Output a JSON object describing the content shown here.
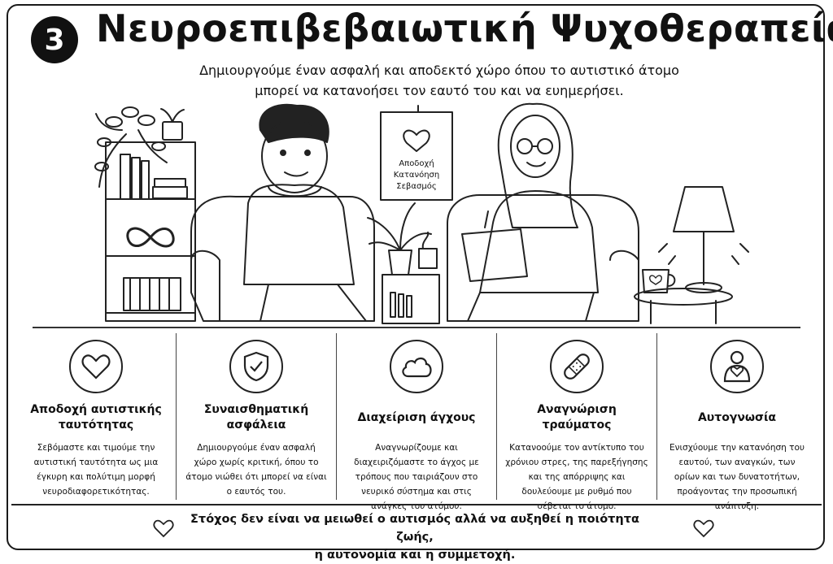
{
  "header": {
    "number": "3",
    "title": "Νευροεπιβεβαιωτική  Ψυχοθεραπεία",
    "subtitle_line1": "Δημιουργούμε έναν ασφαλή και αποδεκτό χώρο όπου το αυτιστικό άτομο",
    "subtitle_line2": "μπορεί να κατανοήσει τον εαυτό του και να ευημερήσει."
  },
  "poster": {
    "line1": "Αποδοχή",
    "line2": "Κατανόηση",
    "line3": "Σεβασμός"
  },
  "cards": [
    {
      "icon": "heart-icon",
      "title": "Αποδοχή αυτιστικής ταυτότητας",
      "text": "Σεβόμαστε και τιμούμε την αυτιστική ταυτότητα ως μια έγκυρη και πολύτιμη μορφή νευροδιαφορετικότητας."
    },
    {
      "icon": "shield-check-icon",
      "title": "Συναισθηματική ασφάλεια",
      "text": "Δημιουργούμε έναν ασφαλή χώρο χωρίς κριτική, όπου το άτομο νιώθει ότι μπορεί να είναι ο εαυτός του."
    },
    {
      "icon": "cloud-icon",
      "title": "Διαχείριση άγχους",
      "text": "Αναγνωρίζουμε και διαχειριζόμαστε το άγχος με τρόπους που ταιριάζουν στο νευρικό σύστημα και στις ανάγκες του ατόμου."
    },
    {
      "icon": "bandage-icon",
      "title": "Αναγνώριση τραύματος",
      "text": "Κατανοούμε τον αντίκτυπο του χρόνιου στρες, της παρεξήγησης και της απόρριψης και δουλεύουμε με ρυθμό που σέβεται το άτομο."
    },
    {
      "icon": "person-heart-icon",
      "title": "Αυτογνωσία",
      "text": "Ενισχύουμε την κατανόηση του εαυτού, των αναγκών, των ορίων και των δυνατοτήτων, προάγοντας την προσωπική ανάπτυξη."
    }
  ],
  "footer": {
    "line1": "Στόχος δεν είναι να μειωθεί ο αυτισμός αλλά να αυξηθεί η ποιότητα ζωής,",
    "line2": "η αυτονομία και η συμμετοχή."
  }
}
